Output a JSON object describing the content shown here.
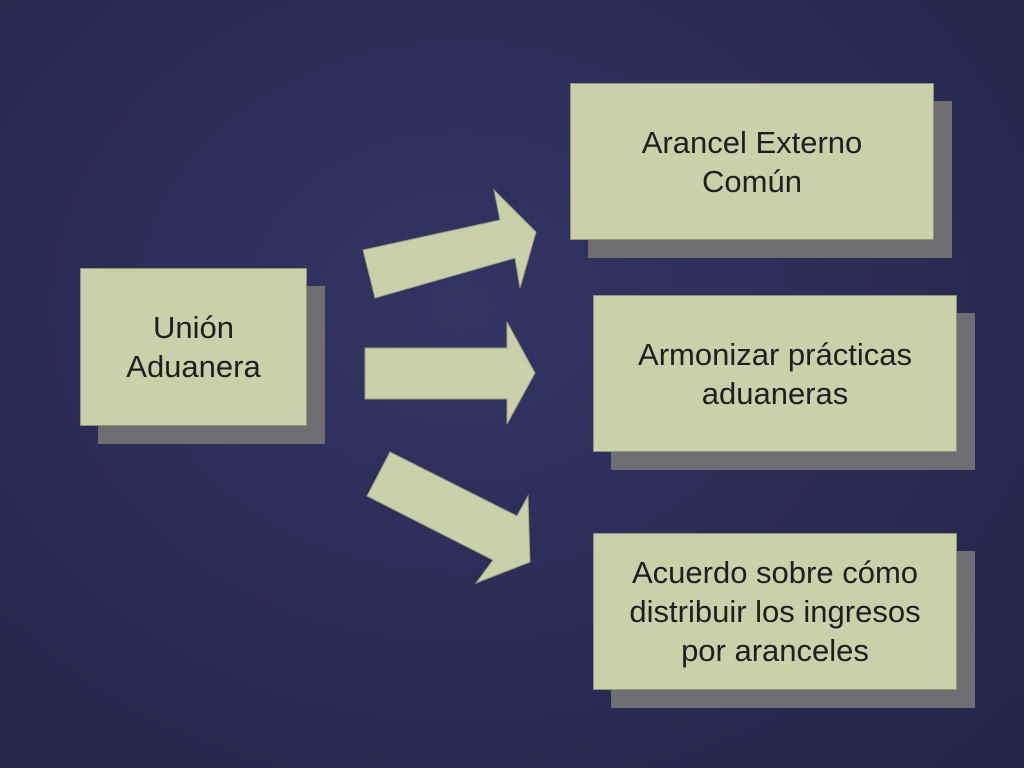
{
  "diagram": {
    "source": {
      "label": "Unión\nAduanera"
    },
    "targets": [
      {
        "label": "Arancel Externo\nComún"
      },
      {
        "label": "Armonizar prácticas\naduaneras"
      },
      {
        "label": "Acuerdo sobre cómo\ndistribuir los ingresos\npor aranceles"
      }
    ],
    "colors": {
      "background": "#2b2c55",
      "box_fill": "#c9d0aa",
      "box_shadow": "#6e6e72",
      "text": "#1f1f1f"
    }
  }
}
